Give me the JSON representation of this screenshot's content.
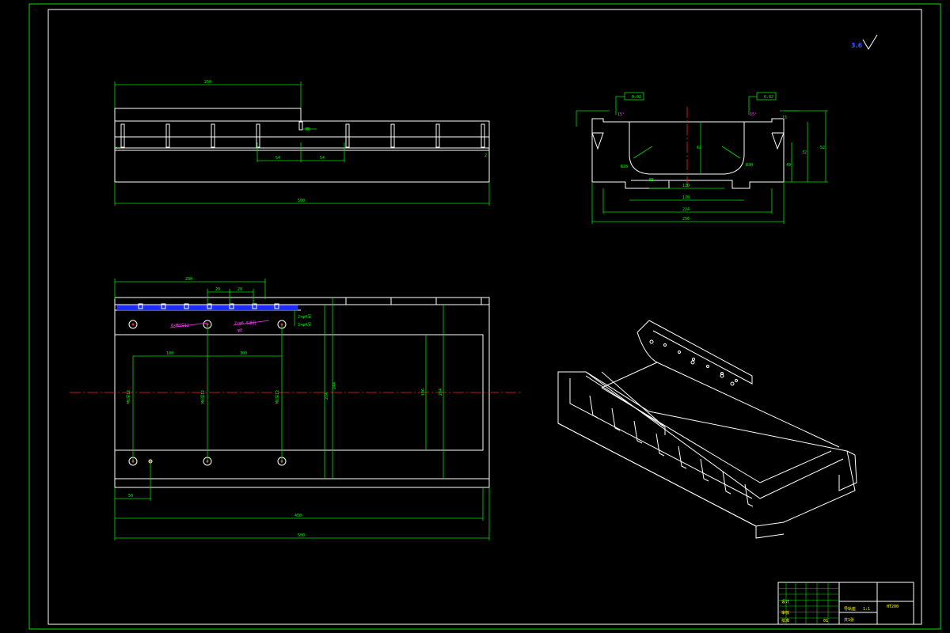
{
  "colors": {
    "background": "#000000",
    "outline": "#ffffff",
    "dimension": "#00ff00",
    "centerline": "#ff2020",
    "annotation": "#ff33ff",
    "title_text": "#ffff00",
    "roughness": "#3355ff"
  },
  "roughness_mark": {
    "label": "3.6",
    "icon": "check-roughness-icon"
  },
  "top_view": {
    "dim_overall": "500",
    "dim_flange": "250",
    "dim_pitch_1": "54",
    "dim_pitch_2": "54",
    "dim_left": "2",
    "dim_right": "2",
    "note": "M8"
  },
  "section_view": {
    "dim_width": "256",
    "dim_inner_1": "224",
    "dim_inner_2": "170",
    "dim_inner_3": "120",
    "dim_slot": "R5",
    "dim_height": "52",
    "dim_height_2": "32",
    "dim_height_3": "49",
    "dim_depth": "62",
    "dim_top": "15",
    "radius_left": "R28",
    "radius_right": "R30",
    "flatness_left": "0.02",
    "flatness_right": "0.02",
    "angle_left": "15°",
    "angle_right": "15°"
  },
  "plan_view": {
    "dim_overall": "500",
    "dim_inner": "450",
    "dim_left_hole": "50",
    "dim_holes_span": "280",
    "dim_hole_pitch_1": "20",
    "dim_hole_pitch_2": "20",
    "dim_pitch_a": "180",
    "dim_pitch_b": "300",
    "dim_height_1": "274",
    "dim_height_2": "244",
    "dim_height_3": "196",
    "dim_height_4": "284",
    "hole_note_1": "6×M8深12",
    "hole_note_2": "2×φ6.5通孔",
    "hole_note_3": "φ8",
    "hole_label_1": "M6深12",
    "hole_label_2": "M6深12",
    "hole_label_3": "M6深12",
    "small_note": "2×φ4深",
    "small_note_2": "3×φ4深"
  },
  "title_block": {
    "material": "HT200",
    "part_name": "导轨座",
    "scale": "1:1",
    "sheet": "共1张",
    "drawn": "设计",
    "checked": "审核",
    "approved": "批准",
    "code": "01"
  }
}
